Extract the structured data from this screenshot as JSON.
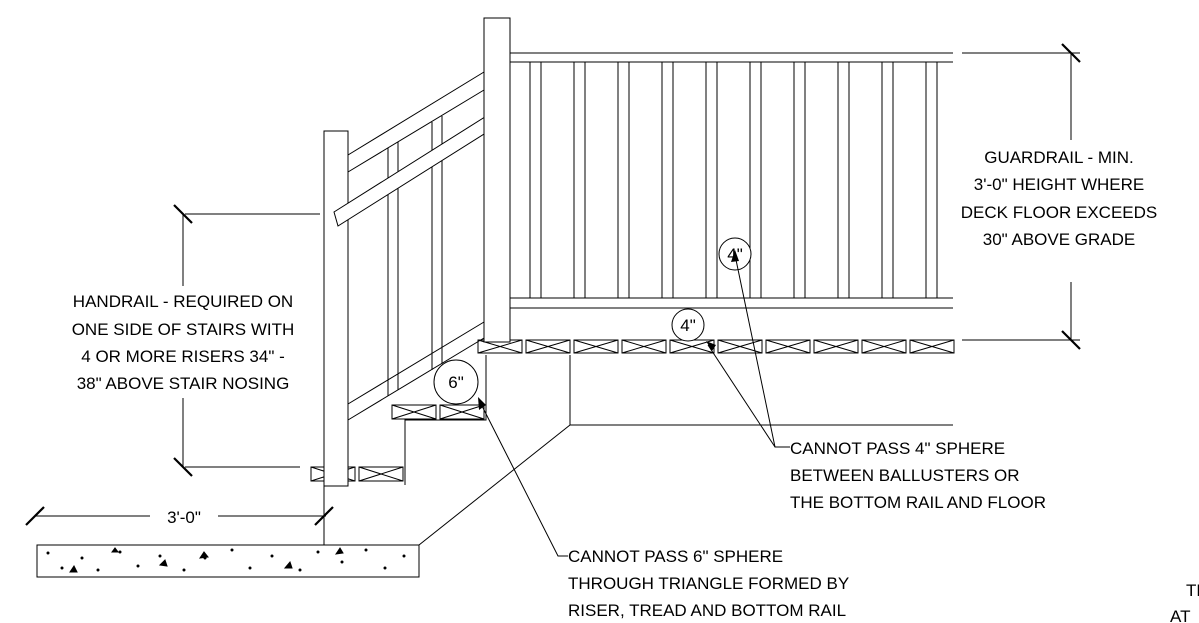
{
  "notes": {
    "guardrail": [
      "GUARDRAIL - MIN.",
      "3'-0\" HEIGHT WHERE",
      "DECK FLOOR EXCEEDS",
      "30\" ABOVE GRADE"
    ],
    "handrail": [
      "HANDRAIL - REQUIRED ON",
      "ONE SIDE OF STAIRS WITH",
      "4 OR MORE RISERS 34\" -",
      "38\" ABOVE STAIR NOSING"
    ],
    "sphere4": [
      "CANNOT PASS 4\" SPHERE",
      "BETWEEN BALLUSTERS OR",
      "THE BOTTOM RAIL AND FLOOR"
    ],
    "sphere6": [
      "CANNOT PASS 6\" SPHERE",
      "THROUGH TRIANGLE FORMED BY",
      "RISER, TREAD AND BOTTOM RAIL"
    ],
    "partial": [
      "TR",
      "AT"
    ]
  },
  "dimensions": {
    "width": "3'-0\""
  },
  "spheres": {
    "baluster_gap": "4\"",
    "bottom_gap": "4\"",
    "triangle": "6\""
  }
}
